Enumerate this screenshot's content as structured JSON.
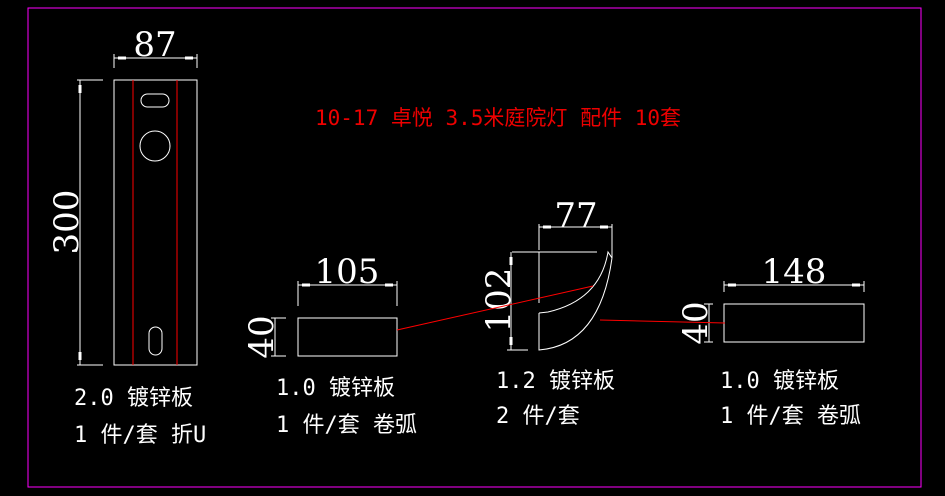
{
  "title": "10-17 卓悦 3.5米庭院灯 配件 10套",
  "parts": [
    {
      "dims": {
        "width": "87",
        "height": "300"
      },
      "line1": "2.0 镀锌板",
      "line2": "1 件/套 折U"
    },
    {
      "dims": {
        "width": "105",
        "height": "40"
      },
      "line1": "1.0 镀锌板",
      "line2": "1 件/套 卷弧"
    },
    {
      "dims": {
        "width": "77",
        "height": "102"
      },
      "line1": "1.2 镀锌板",
      "line2": "2 件/套"
    },
    {
      "dims": {
        "width": "148",
        "height": "40"
      },
      "line1": "1.0 镀锌板",
      "line2": "1 件/套 卷弧"
    }
  ],
  "colors": {
    "frame": "#ff00ff",
    "title": "#ee0000",
    "lines": "#ffffff",
    "bend": "#ff0000"
  }
}
